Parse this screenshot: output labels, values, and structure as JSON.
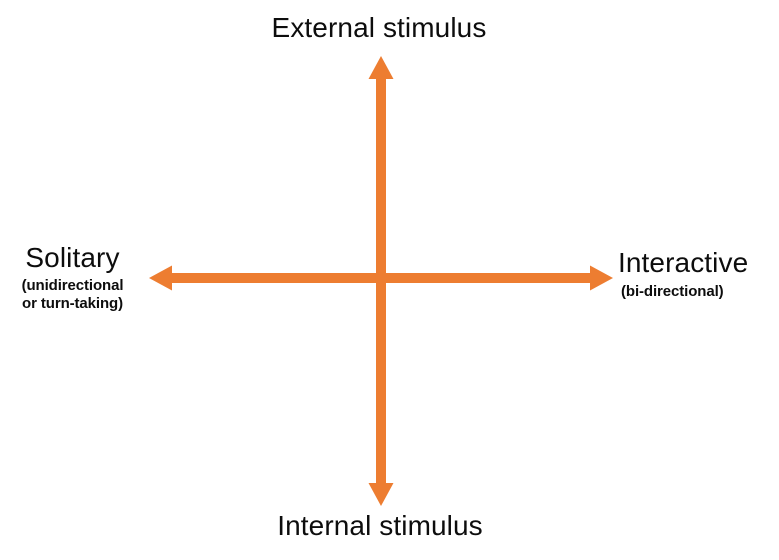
{
  "diagram": {
    "type": "two-axis quadrant framework",
    "background_color": "#FFFFFF",
    "axis_color": "#ED7D31",
    "text_color": "#0D0D0D",
    "axes": {
      "vertical": {
        "top_label": "External stimulus",
        "bottom_label": "Internal stimulus",
        "double_headed": true
      },
      "horizontal": {
        "left_label": "Solitary",
        "left_sublabel_line1": "(unidirectional",
        "left_sublabel_line2": "or turn-taking)",
        "right_label": "Interactive",
        "right_sublabel": "(bi-directional)",
        "double_headed": true
      }
    },
    "icons": {
      "arrow_up": "arrow-up-icon",
      "arrow_down": "arrow-down-icon",
      "arrow_left": "arrow-left-icon",
      "arrow_right": "arrow-right-icon"
    }
  }
}
